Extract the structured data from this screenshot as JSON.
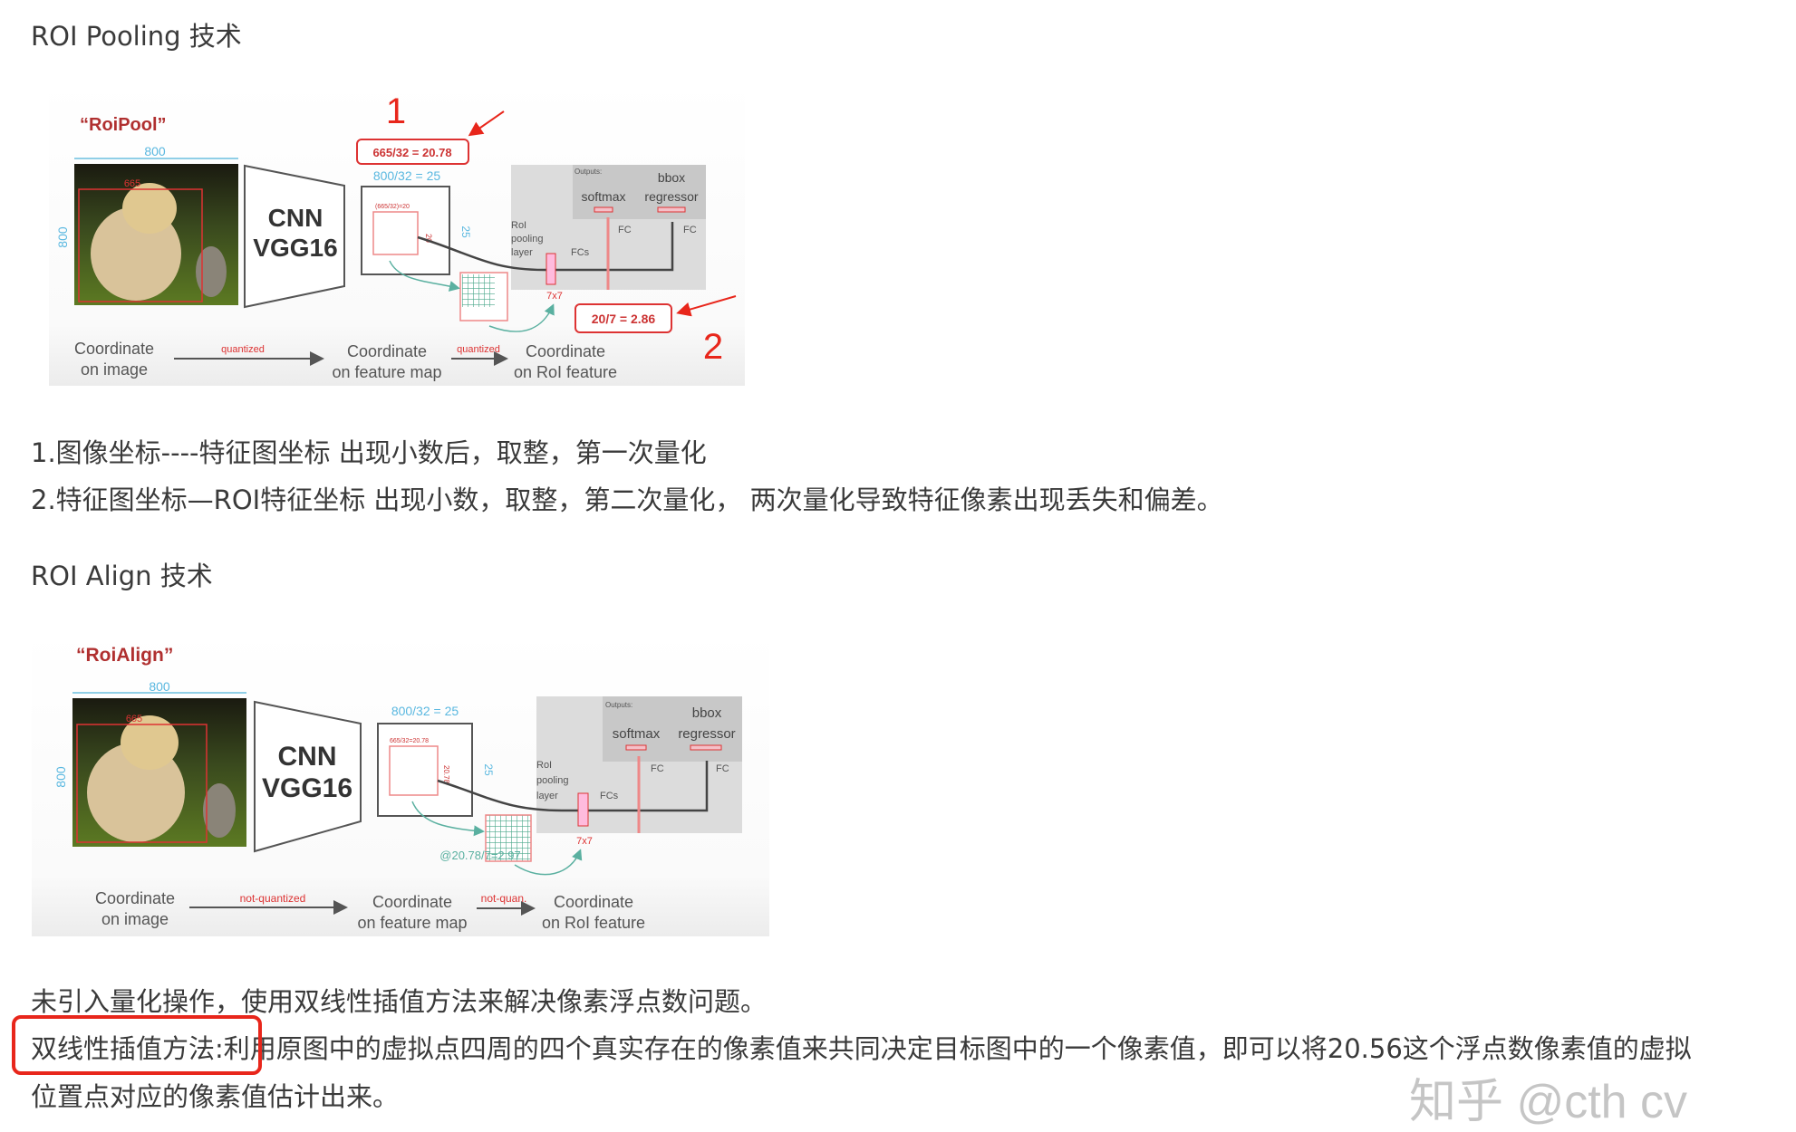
{
  "sections": {
    "roi_pooling_heading": "ROI Pooling 技术",
    "pooling_note_1": "1.图像坐标----特征图坐标 出现小数后，取整，第一次量化",
    "pooling_note_2": "2.特征图坐标—ROI特征坐标 出现小数，取整，第二次量化， 两次量化导致特征像素出现丢失和偏差。",
    "roi_align_heading": "ROI Align 技术",
    "align_note_1": "未引入量化操作，使用双线性插值方法来解决像素浮点数问题。",
    "align_note_2_highlight": "双线性插值方法:",
    "align_note_2_rest": "利用原图中的虚拟点四周的四个真实存在的像素值来共同决定目标图中的一个像素值，即可以将20.56这个浮点数像素值的虚拟",
    "align_note_3": "位置点对应的像素值估计出来。"
  },
  "watermark": "知乎 @cth cv",
  "highlight_color": "#e8261b",
  "diagram_pool": {
    "title": "“RoiPool”",
    "img_w": "800",
    "img_h": "800",
    "roi": "665",
    "cnn_1": "CNN",
    "cnn_2": "VGG16",
    "fmap_size": "800/32 = 25",
    "fmap_side": "25",
    "roi_fmap": "(665/32)=20",
    "roi_fmap_side": "20",
    "callout_1": "665/32 = 20.78",
    "marker_1": "1",
    "callout_2": "20/7 = 2.86",
    "marker_2": "2",
    "outputs": "Outputs:",
    "softmax": "softmax",
    "bbox": "bbox",
    "regressor": "regressor",
    "fc": "FC",
    "fcs": "FCs",
    "roi_layer_1": "RoI",
    "roi_layer_2": "pooling",
    "roi_layer_3": "layer",
    "grid_size": "7x7",
    "coord_image_1": "Coordinate",
    "coord_image_2": "on image",
    "arrow_1": "quantized",
    "coord_fmap_1": "Coordinate",
    "coord_fmap_2": "on feature map",
    "arrow_2": "quantized",
    "coord_roi_1": "Coordinate",
    "coord_roi_2": "on RoI feature"
  },
  "diagram_align": {
    "title": "“RoiAlign”",
    "img_w": "800",
    "img_h": "800",
    "roi": "665",
    "cnn_1": "CNN",
    "cnn_2": "VGG16",
    "fmap_size": "800/32 = 25",
    "fmap_side": "25",
    "roi_fmap": "665/32=20.78",
    "roi_fmap_side": "20.78",
    "bin_size": "@20.78/7=2.97",
    "outputs": "Outputs:",
    "softmax": "softmax",
    "bbox": "bbox",
    "regressor": "regressor",
    "fc": "FC",
    "fcs": "FCs",
    "roi_layer_1": "RoI",
    "roi_layer_2": "pooling",
    "roi_layer_3": "layer",
    "grid_size": "7x7",
    "coord_image_1": "Coordinate",
    "coord_image_2": "on image",
    "arrow_1": "not-quantized",
    "coord_fmap_1": "Coordinate",
    "coord_fmap_2": "on feature map",
    "arrow_2": "not-quan.",
    "coord_roi_1": "Coordinate",
    "coord_roi_2": "on RoI feature"
  }
}
